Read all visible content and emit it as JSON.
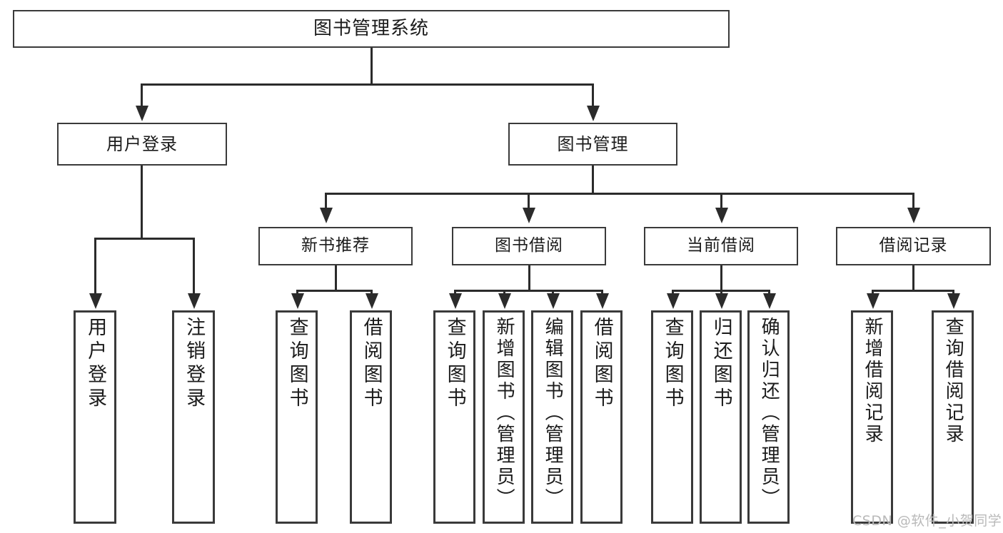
{
  "diagram": {
    "type": "tree",
    "title": "图书管理系统",
    "root": {
      "label": "图书管理系统"
    },
    "level1": [
      {
        "label": "用户登录"
      },
      {
        "label": "图书管理"
      }
    ],
    "level2": [
      {
        "label": "新书推荐"
      },
      {
        "label": "图书借阅"
      },
      {
        "label": "当前借阅"
      },
      {
        "label": "借阅记录"
      }
    ],
    "leaves": {
      "user_login": [
        {
          "label": "用户登录"
        },
        {
          "label": "注销登录"
        }
      ],
      "new_book_recommend": [
        {
          "label": "查询图书"
        },
        {
          "label": "借阅图书"
        }
      ],
      "book_borrow": [
        {
          "label": "查询图书"
        },
        {
          "label": "新增图书（管理员）"
        },
        {
          "label": "编辑图书（管理员）"
        },
        {
          "label": "借阅图书"
        }
      ],
      "current_borrow": [
        {
          "label": "查询图书"
        },
        {
          "label": "归还图书"
        },
        {
          "label": "确认归还（管理员）"
        }
      ],
      "borrow_record": [
        {
          "label": "新增借阅记录"
        },
        {
          "label": "查询借阅记录"
        }
      ]
    }
  },
  "watermark": {
    "text": "CSDN @软件_小贺同学"
  },
  "colors": {
    "background": "#ffffff",
    "box_border": "#3a3a3a",
    "connector": "#2b2b2b",
    "text": "#1b1b1b",
    "watermark": "#b9b9b9"
  }
}
